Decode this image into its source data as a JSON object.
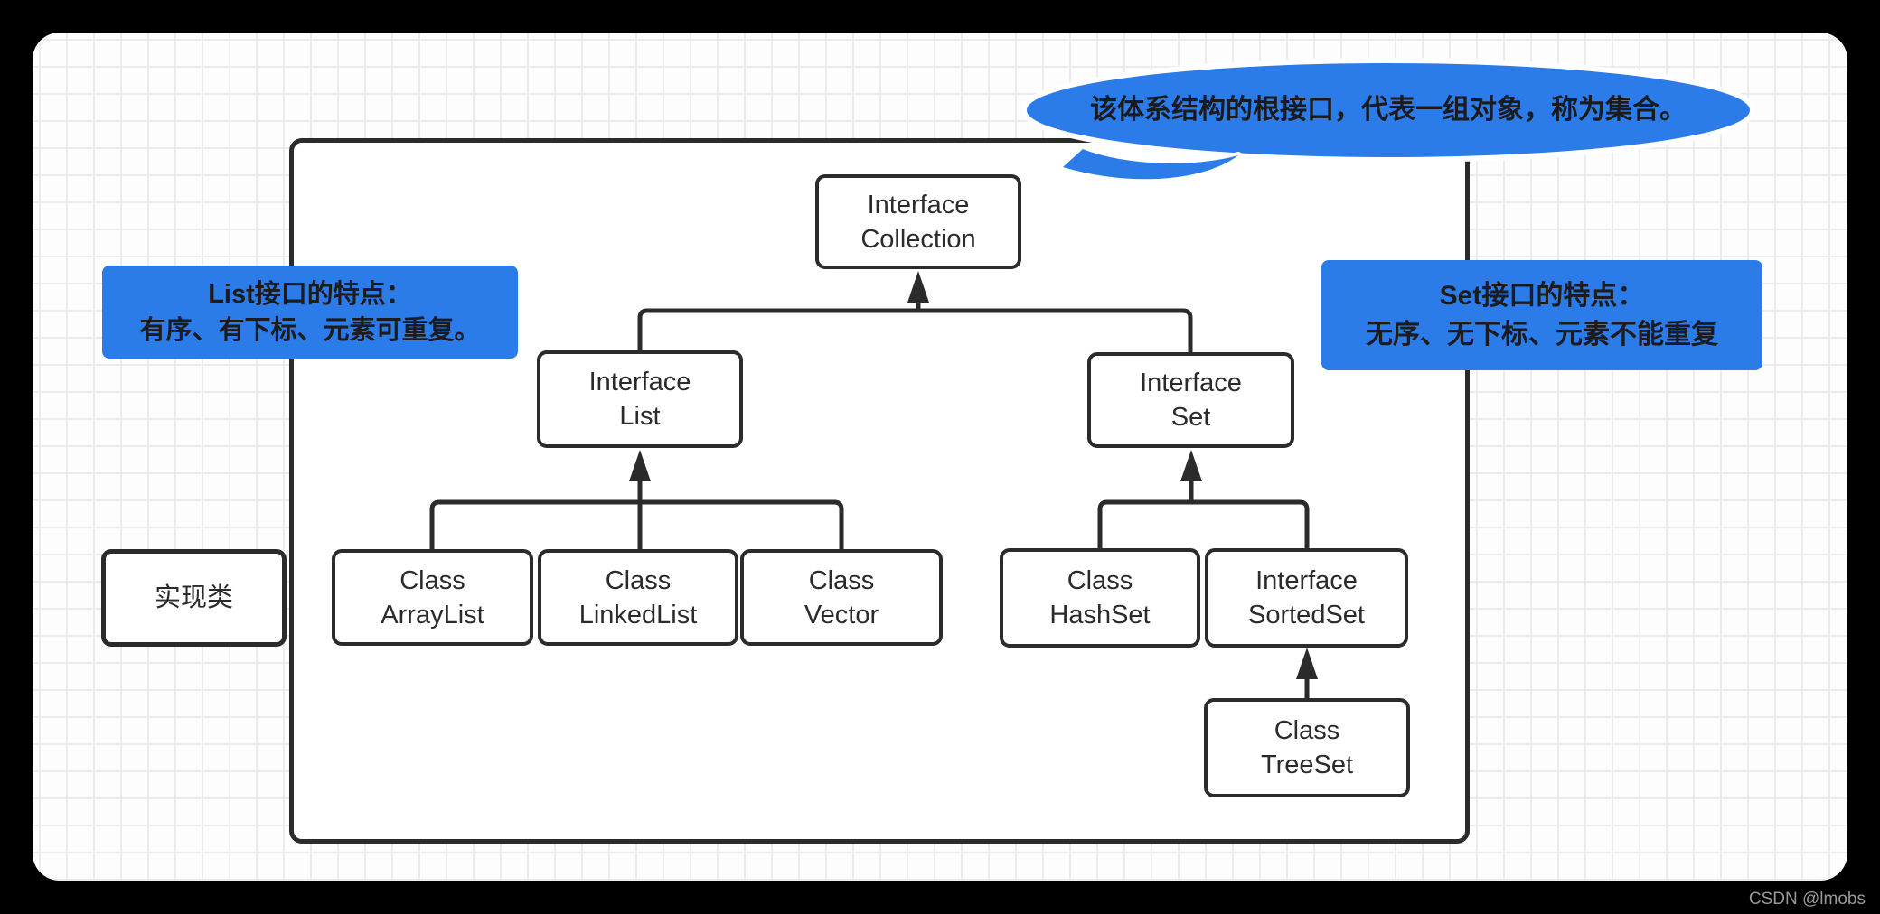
{
  "bubble": {
    "text": "该体系结构的根接口，代表一组对象，称为集合。"
  },
  "callouts": {
    "list": {
      "line1": "List接口的特点：",
      "line2": "有序、有下标、元素可重复。"
    },
    "set": {
      "line1": "Set接口的特点：",
      "line2": "无序、无下标、元素不能重复"
    }
  },
  "nodes": {
    "collection": {
      "line1": "Interface",
      "line2": "Collection"
    },
    "list": {
      "line1": "Interface",
      "line2": "List"
    },
    "set": {
      "line1": "Interface",
      "line2": "Set"
    },
    "arraylist": {
      "line1": "Class",
      "line2": "ArrayList"
    },
    "linkedlist": {
      "line1": "Class",
      "line2": "LinkedList"
    },
    "vector": {
      "line1": "Class",
      "line2": "Vector"
    },
    "hashset": {
      "line1": "Class",
      "line2": "HashSet"
    },
    "sortedset": {
      "line1": "Interface",
      "line2": "SortedSet"
    },
    "treeset": {
      "line1": "Class",
      "line2": "TreeSet"
    },
    "impl": {
      "label": "实现类"
    }
  },
  "watermark": "CSDN @lmobs",
  "colors": {
    "accent": "#2b7be9",
    "ink": "#2b2b2b",
    "grid": "#ececec"
  }
}
